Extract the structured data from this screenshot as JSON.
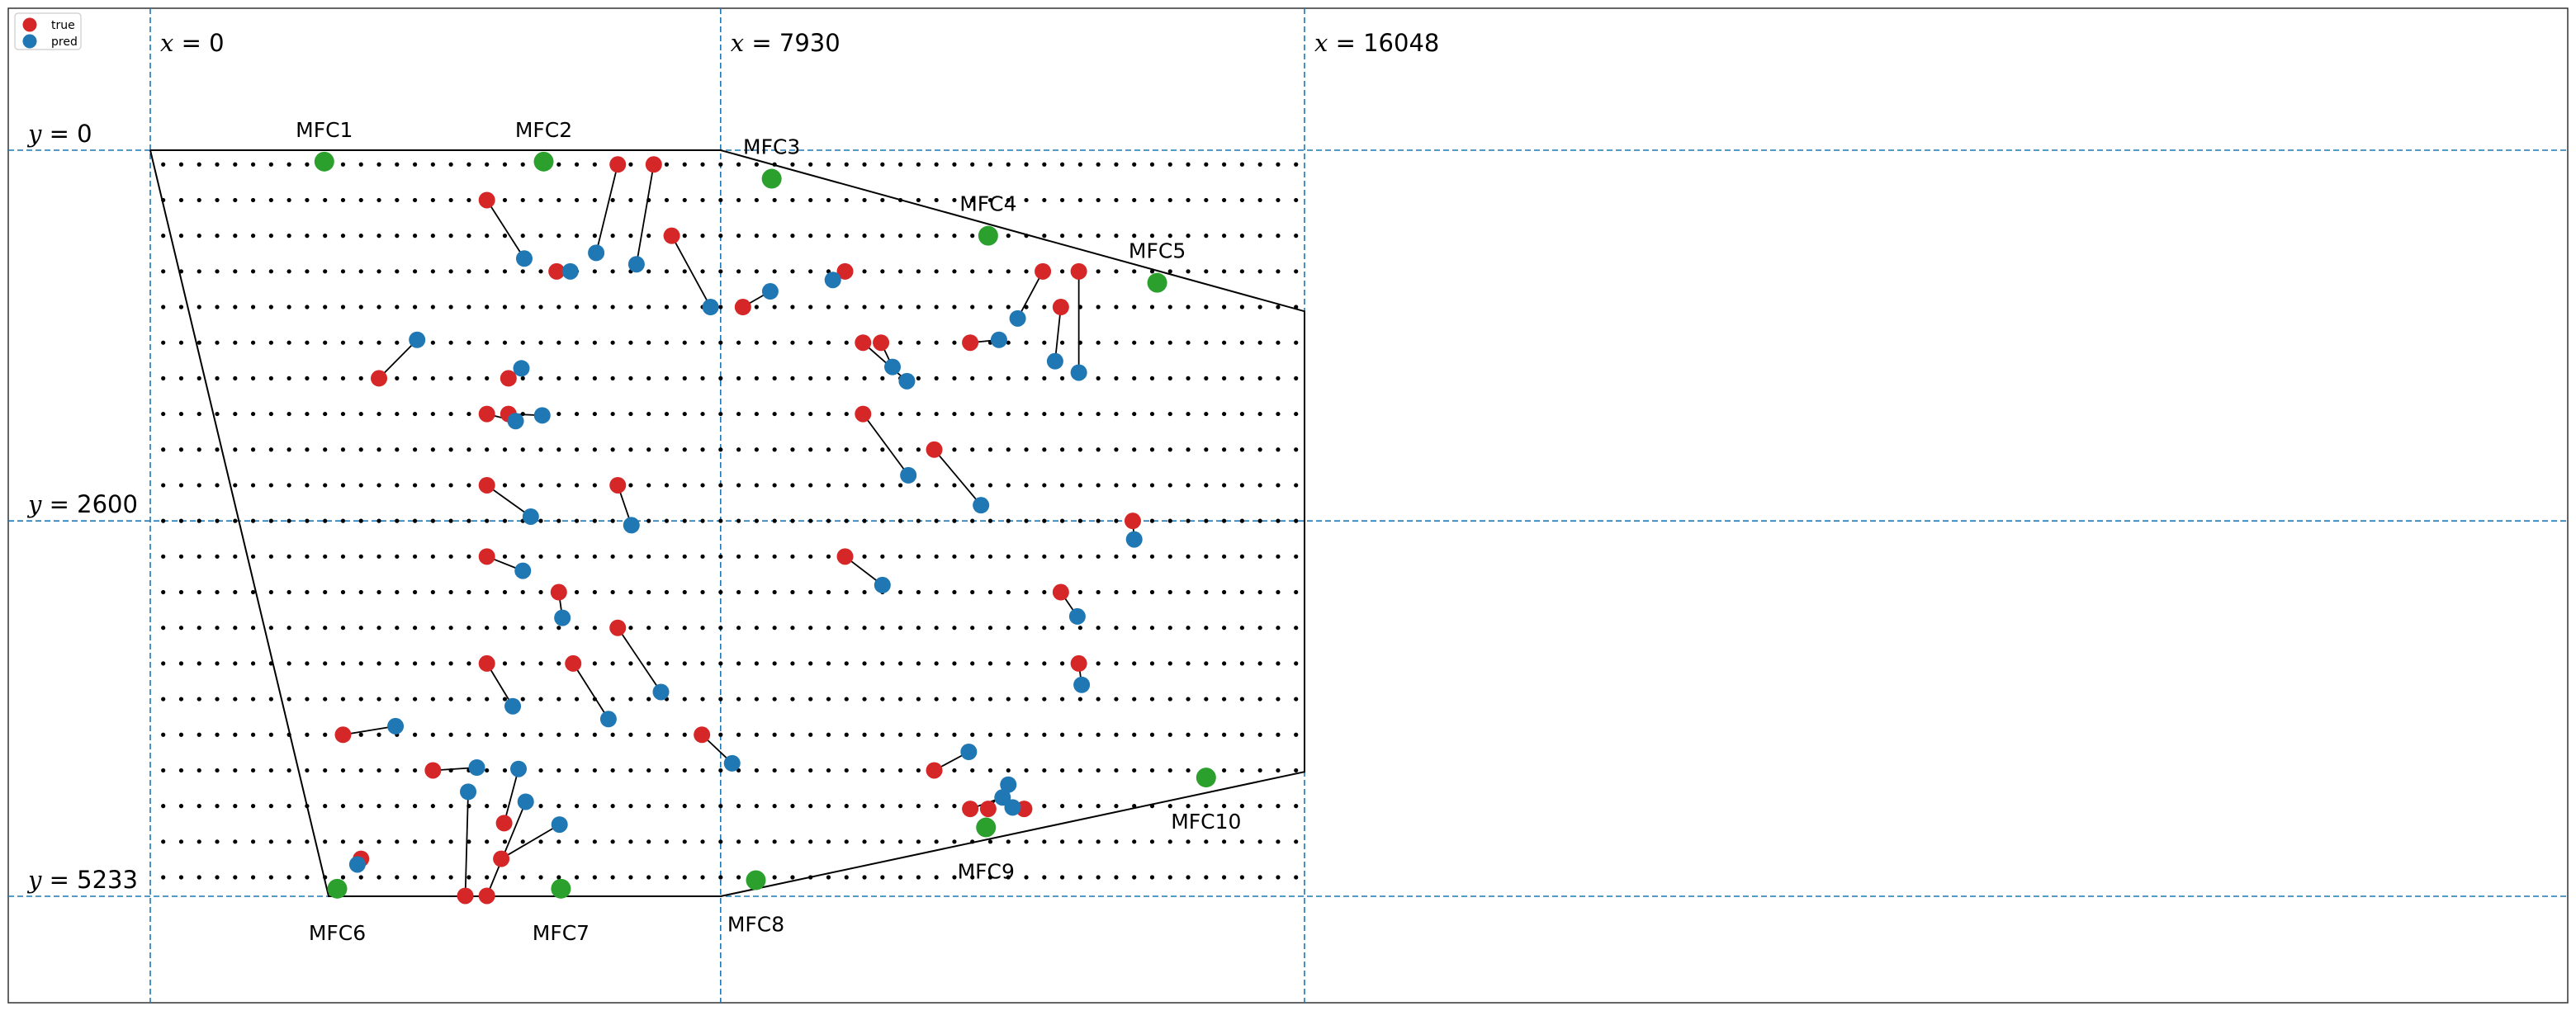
{
  "chart_data": {
    "type": "scatter",
    "title": "",
    "xlabel": "",
    "ylabel": "",
    "xlim": [
      -2000,
      16300
    ],
    "ylim": [
      -2000,
      5640
    ],
    "y_inverted": true,
    "grid": false,
    "legend": {
      "placement": "top-left",
      "entries": [
        {
          "label": "true",
          "color": "#d62728"
        },
        {
          "label": "pred",
          "color": "#1f77b4"
        }
      ]
    },
    "guide_lines": {
      "color": "#1f77b4",
      "style": "dashed",
      "vertical": [
        {
          "value": 0,
          "label": "x = 0"
        },
        {
          "value": 7930,
          "label": "x = 7930"
        },
        {
          "value": 16048,
          "label": "x = 16048"
        }
      ],
      "horizontal": [
        {
          "value": 0,
          "label": "y = 0"
        },
        {
          "value": 2600,
          "label": "y = 2600"
        },
        {
          "value": 5233,
          "label": "y = 5233"
        }
      ]
    },
    "boundary": [
      [
        0,
        0
      ],
      [
        7930,
        0
      ],
      [
        16048,
        1130
      ],
      [
        16048,
        4360
      ],
      [
        7930,
        5233
      ],
      [
        2480,
        5233
      ],
      [
        0,
        0
      ]
    ],
    "boundary_color": "#000000",
    "grid_points": {
      "x_start": 180,
      "x_step": 250,
      "x_count": 64,
      "y_start": 100,
      "y_step": 250,
      "y_count": 21,
      "color": "#000000"
    },
    "mfc": {
      "color": "#2ca02c",
      "points": [
        {
          "label": "MFC1",
          "x": 2420,
          "y": 80
        },
        {
          "label": "MFC2",
          "x": 5470,
          "y": 80
        },
        {
          "label": "MFC3",
          "x": 8640,
          "y": 200
        },
        {
          "label": "MFC4",
          "x": 11650,
          "y": 600
        },
        {
          "label": "MFC5",
          "x": 14000,
          "y": 930
        },
        {
          "label": "MFC6",
          "x": 2600,
          "y": 5180
        },
        {
          "label": "MFC7",
          "x": 5710,
          "y": 5180
        },
        {
          "label": "MFC8",
          "x": 8420,
          "y": 5120
        },
        {
          "label": "MFC9",
          "x": 11620,
          "y": 4750
        },
        {
          "label": "MFC10",
          "x": 14680,
          "y": 4400
        }
      ]
    },
    "series": [
      {
        "name": "true",
        "color": "#d62728",
        "points": [
          [
            4680,
            350
          ],
          [
            6500,
            100
          ],
          [
            7000,
            100
          ],
          [
            7250,
            600
          ],
          [
            5650,
            850
          ],
          [
            3180,
            1600
          ],
          [
            4980,
            1600
          ],
          [
            4680,
            1850
          ],
          [
            4980,
            1850
          ],
          [
            4680,
            2350
          ],
          [
            6500,
            2350
          ],
          [
            4680,
            2850
          ],
          [
            5680,
            3100
          ],
          [
            6500,
            3350
          ],
          [
            4680,
            3600
          ],
          [
            5880,
            3600
          ],
          [
            2680,
            4100
          ],
          [
            7670,
            4100
          ],
          [
            3930,
            4350
          ],
          [
            4920,
            4720
          ],
          [
            4880,
            4970
          ],
          [
            2930,
            4970
          ],
          [
            4380,
            5230
          ],
          [
            4680,
            5230
          ],
          [
            8240,
            1100
          ],
          [
            9660,
            850
          ],
          [
            10160,
            1350
          ],
          [
            9910,
            1350
          ],
          [
            9910,
            1850
          ],
          [
            10900,
            2100
          ],
          [
            11400,
            1350
          ],
          [
            12410,
            850
          ],
          [
            12660,
            1100
          ],
          [
            12910,
            850
          ],
          [
            13660,
            2600
          ],
          [
            9660,
            2850
          ],
          [
            12660,
            3100
          ],
          [
            12910,
            3600
          ],
          [
            10900,
            4350
          ],
          [
            11400,
            4620
          ],
          [
            11650,
            4620
          ],
          [
            12150,
            4620
          ]
        ]
      },
      {
        "name": "pred",
        "color": "#1f77b4",
        "points": [
          [
            5200,
            760
          ],
          [
            6200,
            720
          ],
          [
            6760,
            800
          ],
          [
            7790,
            1100
          ],
          [
            5840,
            850
          ],
          [
            3710,
            1330
          ],
          [
            5160,
            1530
          ],
          [
            5080,
            1900
          ],
          [
            5450,
            1860
          ],
          [
            5290,
            2570
          ],
          [
            6690,
            2630
          ],
          [
            5180,
            2950
          ],
          [
            5730,
            3280
          ],
          [
            7100,
            3800
          ],
          [
            5040,
            3900
          ],
          [
            6370,
            3990
          ],
          [
            3410,
            4040
          ],
          [
            8090,
            4300
          ],
          [
            4540,
            4330
          ],
          [
            5120,
            4340
          ],
          [
            5690,
            4730
          ],
          [
            2880,
            5010
          ],
          [
            4420,
            4500
          ],
          [
            5220,
            4570
          ],
          [
            8620,
            990
          ],
          [
            9490,
            910
          ],
          [
            10320,
            1520
          ],
          [
            10520,
            1620
          ],
          [
            10540,
            2280
          ],
          [
            11550,
            2490
          ],
          [
            11800,
            1330
          ],
          [
            12060,
            1180
          ],
          [
            12580,
            1480
          ],
          [
            12910,
            1560
          ],
          [
            13680,
            2730
          ],
          [
            10180,
            3050
          ],
          [
            12890,
            3270
          ],
          [
            12950,
            3750
          ],
          [
            11380,
            4220
          ],
          [
            11850,
            4540
          ],
          [
            11930,
            4450
          ],
          [
            11990,
            4610
          ]
        ]
      }
    ]
  }
}
